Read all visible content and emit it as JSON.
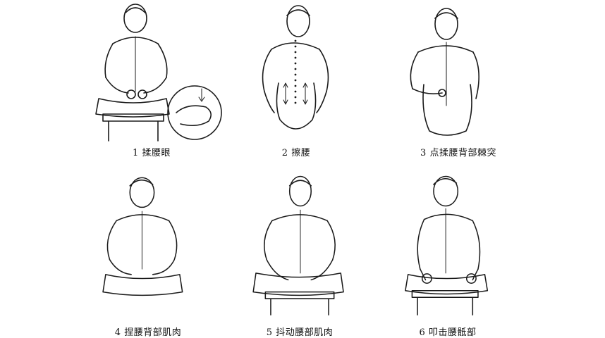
{
  "figures": [
    {
      "caption": "1 揉腰眼"
    },
    {
      "caption": "2 擦腰"
    },
    {
      "caption": "3 点揉腰背部棘突"
    },
    {
      "caption": "4 捏腰背部肌肉"
    },
    {
      "caption": "5 抖动腰部肌肉"
    },
    {
      "caption": "6 叩击腰骶部"
    }
  ]
}
